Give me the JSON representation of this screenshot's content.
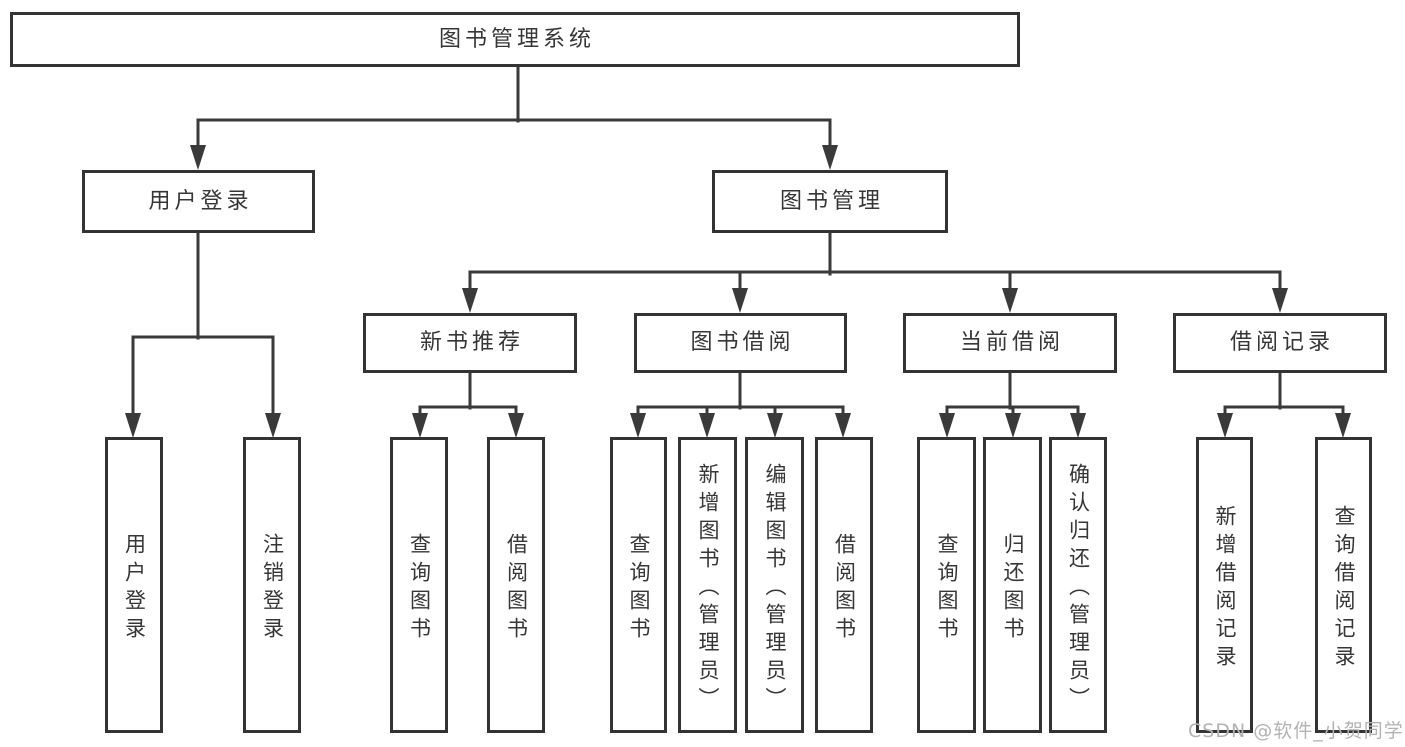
{
  "diagram": {
    "root": {
      "label": "图书管理系统"
    },
    "branches": [
      {
        "label": "用户登录",
        "children": [
          {
            "label": "用户登录"
          },
          {
            "label": "注销登录"
          }
        ]
      },
      {
        "label": "图书管理",
        "children": [
          {
            "label": "新书推荐",
            "children": [
              {
                "label": "查询图书"
              },
              {
                "label": "借阅图书"
              }
            ]
          },
          {
            "label": "图书借阅",
            "children": [
              {
                "label": "查询图书"
              },
              {
                "label": "新增图书（管理员）"
              },
              {
                "label": "编辑图书（管理员）"
              },
              {
                "label": "借阅图书"
              }
            ]
          },
          {
            "label": "当前借阅",
            "children": [
              {
                "label": "查询图书"
              },
              {
                "label": "归还图书"
              },
              {
                "label": "确认归还（管理员）"
              }
            ]
          },
          {
            "label": "借阅记录",
            "children": [
              {
                "label": "新增借阅记录"
              },
              {
                "label": "查询借阅记录"
              }
            ]
          }
        ]
      }
    ]
  },
  "watermark": {
    "text": "CSDN @软件_小贺同学"
  },
  "colors": {
    "background": "#ffffff",
    "line": "#3a3a3a",
    "box_border": "#333333",
    "text": "#363636",
    "watermark": "#b3b3b3"
  }
}
